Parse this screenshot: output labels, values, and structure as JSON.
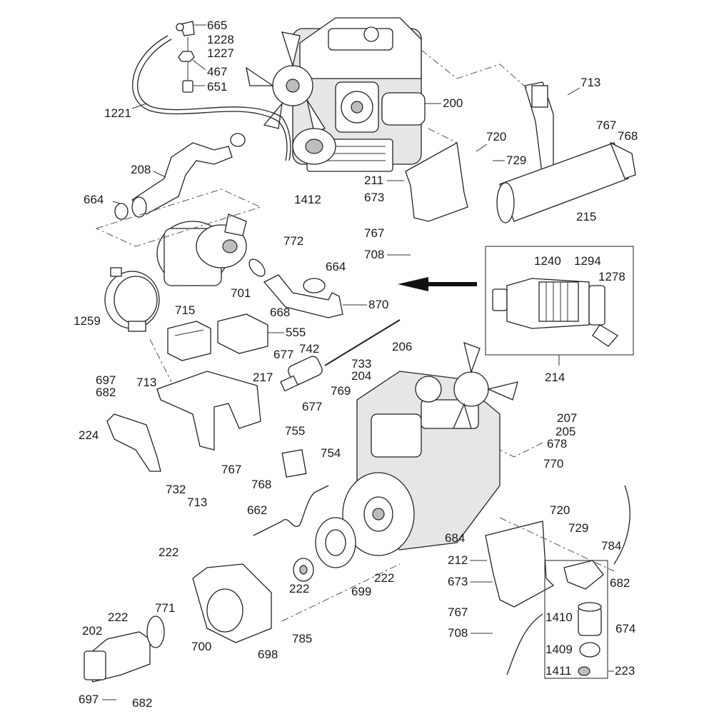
{
  "diagram": {
    "title": "Engine assembly exploded parts view",
    "labels": [
      {
        "id": "l665",
        "text": "665"
      },
      {
        "id": "l1228",
        "text": "1228"
      },
      {
        "id": "l1227",
        "text": "1227"
      },
      {
        "id": "l467",
        "text": "467"
      },
      {
        "id": "l651",
        "text": "651"
      },
      {
        "id": "l1221",
        "text": "1221"
      },
      {
        "id": "l200",
        "text": "200"
      },
      {
        "id": "l713a",
        "text": "713"
      },
      {
        "id": "l720a",
        "text": "720"
      },
      {
        "id": "l729a",
        "text": "729"
      },
      {
        "id": "l767a",
        "text": "767"
      },
      {
        "id": "l768a",
        "text": "768"
      },
      {
        "id": "l208",
        "text": "208"
      },
      {
        "id": "l664a",
        "text": "664"
      },
      {
        "id": "l1412",
        "text": "1412"
      },
      {
        "id": "l211",
        "text": "211"
      },
      {
        "id": "l673a",
        "text": "673"
      },
      {
        "id": "l215",
        "text": "215"
      },
      {
        "id": "l767b",
        "text": "767"
      },
      {
        "id": "l708a",
        "text": "708"
      },
      {
        "id": "l772",
        "text": "772"
      },
      {
        "id": "l664b",
        "text": "664"
      },
      {
        "id": "l1240",
        "text": "1240"
      },
      {
        "id": "l1294",
        "text": "1294"
      },
      {
        "id": "l1278",
        "text": "1278"
      },
      {
        "id": "l701",
        "text": "701"
      },
      {
        "id": "l668",
        "text": "668"
      },
      {
        "id": "l870",
        "text": "870"
      },
      {
        "id": "l715",
        "text": "715"
      },
      {
        "id": "l555",
        "text": "555"
      },
      {
        "id": "l1259",
        "text": "1259"
      },
      {
        "id": "l206",
        "text": "206"
      },
      {
        "id": "l677a",
        "text": "677"
      },
      {
        "id": "l742",
        "text": "742"
      },
      {
        "id": "l733",
        "text": "733"
      },
      {
        "id": "l204",
        "text": "204"
      },
      {
        "id": "l214",
        "text": "214"
      },
      {
        "id": "l697a",
        "text": "697"
      },
      {
        "id": "l682a",
        "text": "682"
      },
      {
        "id": "l713b",
        "text": "713"
      },
      {
        "id": "l217",
        "text": "217"
      },
      {
        "id": "l769",
        "text": "769"
      },
      {
        "id": "l677b",
        "text": "677"
      },
      {
        "id": "l207",
        "text": "207"
      },
      {
        "id": "l205",
        "text": "205"
      },
      {
        "id": "l678",
        "text": "678"
      },
      {
        "id": "l224",
        "text": "224"
      },
      {
        "id": "l755",
        "text": "755"
      },
      {
        "id": "l754",
        "text": "754"
      },
      {
        "id": "l770",
        "text": "770"
      },
      {
        "id": "l767c",
        "text": "767"
      },
      {
        "id": "l732",
        "text": "732"
      },
      {
        "id": "l768b",
        "text": "768"
      },
      {
        "id": "l713c",
        "text": "713"
      },
      {
        "id": "l662",
        "text": "662"
      },
      {
        "id": "l720b",
        "text": "720"
      },
      {
        "id": "l729b",
        "text": "729"
      },
      {
        "id": "l684",
        "text": "684"
      },
      {
        "id": "l222a",
        "text": "222"
      },
      {
        "id": "l784",
        "text": "784"
      },
      {
        "id": "l212",
        "text": "212"
      },
      {
        "id": "l682b",
        "text": "682"
      },
      {
        "id": "l222b",
        "text": "222"
      },
      {
        "id": "l222c",
        "text": "222"
      },
      {
        "id": "l699",
        "text": "699"
      },
      {
        "id": "l673b",
        "text": "673"
      },
      {
        "id": "l771",
        "text": "771"
      },
      {
        "id": "l222d",
        "text": "222"
      },
      {
        "id": "l767d",
        "text": "767"
      },
      {
        "id": "l674",
        "text": "674"
      },
      {
        "id": "l202",
        "text": "202"
      },
      {
        "id": "l1410",
        "text": "1410"
      },
      {
        "id": "l700",
        "text": "700"
      },
      {
        "id": "l785",
        "text": "785"
      },
      {
        "id": "l708b",
        "text": "708"
      },
      {
        "id": "l698",
        "text": "698"
      },
      {
        "id": "l1409",
        "text": "1409"
      },
      {
        "id": "l1411",
        "text": "1411"
      },
      {
        "id": "l223",
        "text": "223"
      },
      {
        "id": "l697b",
        "text": "697"
      },
      {
        "id": "l682c",
        "text": "682"
      }
    ]
  }
}
